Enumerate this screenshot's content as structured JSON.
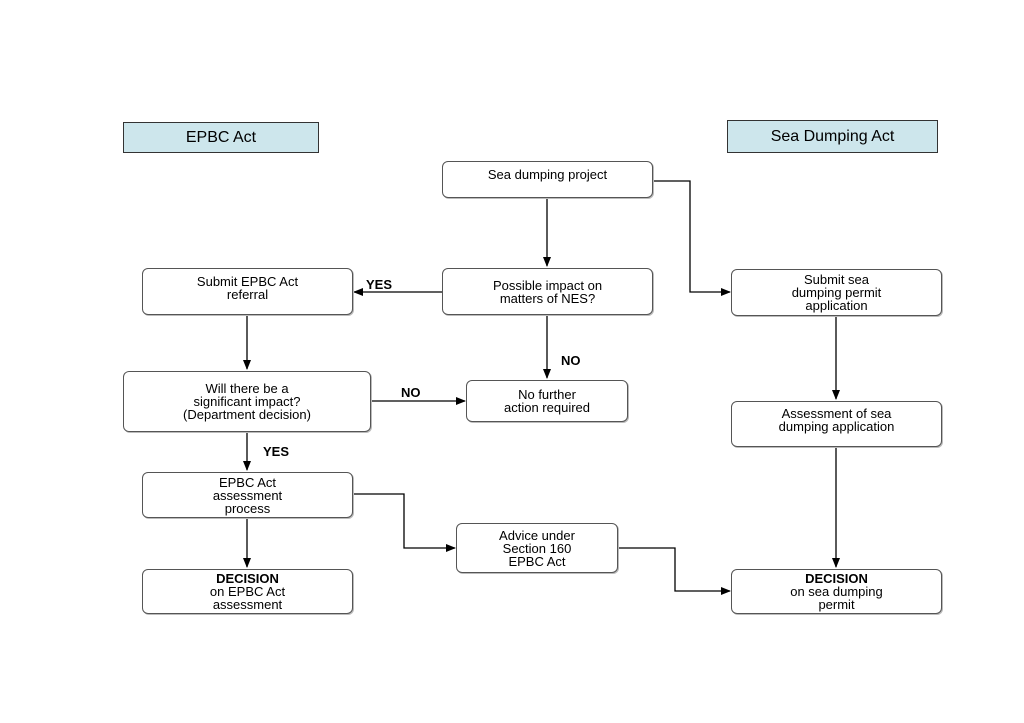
{
  "headers": {
    "left": "EPBC Act",
    "right": "Sea Dumping Act"
  },
  "nodes": {
    "sea_dumping_project": "Sea dumping project",
    "possible_impact": [
      "Possible impact on",
      "matters of NES?"
    ],
    "submit_referral": [
      "Submit EPBC Act",
      "referral"
    ],
    "significant_impact": [
      "Will there be a",
      "significant impact?",
      "(Department decision)"
    ],
    "no_further_action": [
      "No further",
      "action required"
    ],
    "assessment_process": [
      "EPBC Act",
      "assessment",
      "process"
    ],
    "advice_section160": [
      "Advice under",
      "Section 160",
      "EPBC Act"
    ],
    "decision_epbc": {
      "strong": "DECISION",
      "lines": [
        "on EPBC Act",
        "assessment"
      ]
    },
    "submit_permit": [
      "Submit sea",
      "dumping permit",
      "application"
    ],
    "assessment_sea": [
      "Assessment of sea",
      "dumping application"
    ],
    "decision_sea": {
      "strong": "DECISION",
      "lines": [
        "on sea dumping",
        "permit"
      ]
    }
  },
  "edge_labels": {
    "yes_referral": "YES",
    "no_impact": "NO",
    "no_significant": "NO",
    "yes_significant": "YES"
  }
}
